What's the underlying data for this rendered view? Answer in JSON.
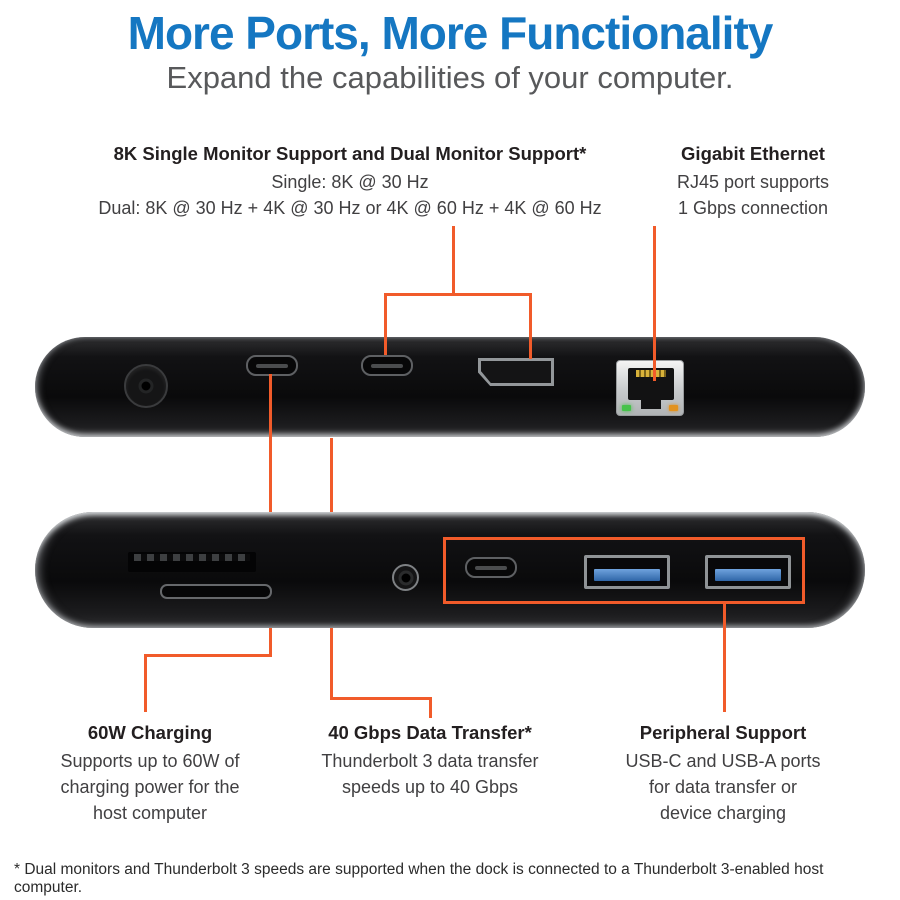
{
  "page": {
    "title": "More Ports, More Functionality",
    "subtitle": "Expand the capabilities of your computer.",
    "footnote": "* Dual monitors and Thunderbolt 3 speeds are supported when the dock is connected to a Thunderbolt 3-enabled host computer."
  },
  "callouts": {
    "monitor": {
      "heading": "8K Single Monitor Support and Dual Monitor Support*",
      "lines": [
        "Single: 8K @ 30 Hz",
        "Dual: 8K @ 30 Hz + 4K @ 30 Hz or 4K @ 60 Hz + 4K @ 60 Hz"
      ]
    },
    "ethernet": {
      "heading": "Gigabit Ethernet",
      "lines": [
        "RJ45 port supports",
        "1 Gbps connection"
      ]
    },
    "charging": {
      "heading": "60W Charging",
      "lines": [
        "Supports up to 60W of",
        "charging power for the",
        "host computer"
      ]
    },
    "data_transfer": {
      "heading": "40 Gbps Data Transfer*",
      "lines": [
        "Thunderbolt 3 data transfer",
        "speeds up to 40 Gbps"
      ]
    },
    "peripheral": {
      "heading": "Peripheral Support",
      "lines": [
        "USB-C and USB-A ports",
        "for data transfer or",
        "device charging"
      ]
    }
  },
  "device": {
    "back_view_ports": [
      "dc-power",
      "usb-c-thunderbolt-1",
      "usb-c-thunderbolt-2",
      "displayport",
      "rj45-ethernet"
    ],
    "front_view_ports": [
      "sd-card-slot",
      "microsd-card-slot",
      "audio-jack-3.5mm",
      "usb-c",
      "usb-a-1",
      "usb-a-2"
    ]
  },
  "colors": {
    "title_blue": "#1577c2",
    "subtitle_gray": "#58595b",
    "heading_dark": "#231f20",
    "body_text": "#414042",
    "callout_orange": "#f15b2a",
    "usb_a_blue": "#3c7cc4",
    "device_black": "#0d0d0e",
    "silver": "#c9ccce"
  }
}
